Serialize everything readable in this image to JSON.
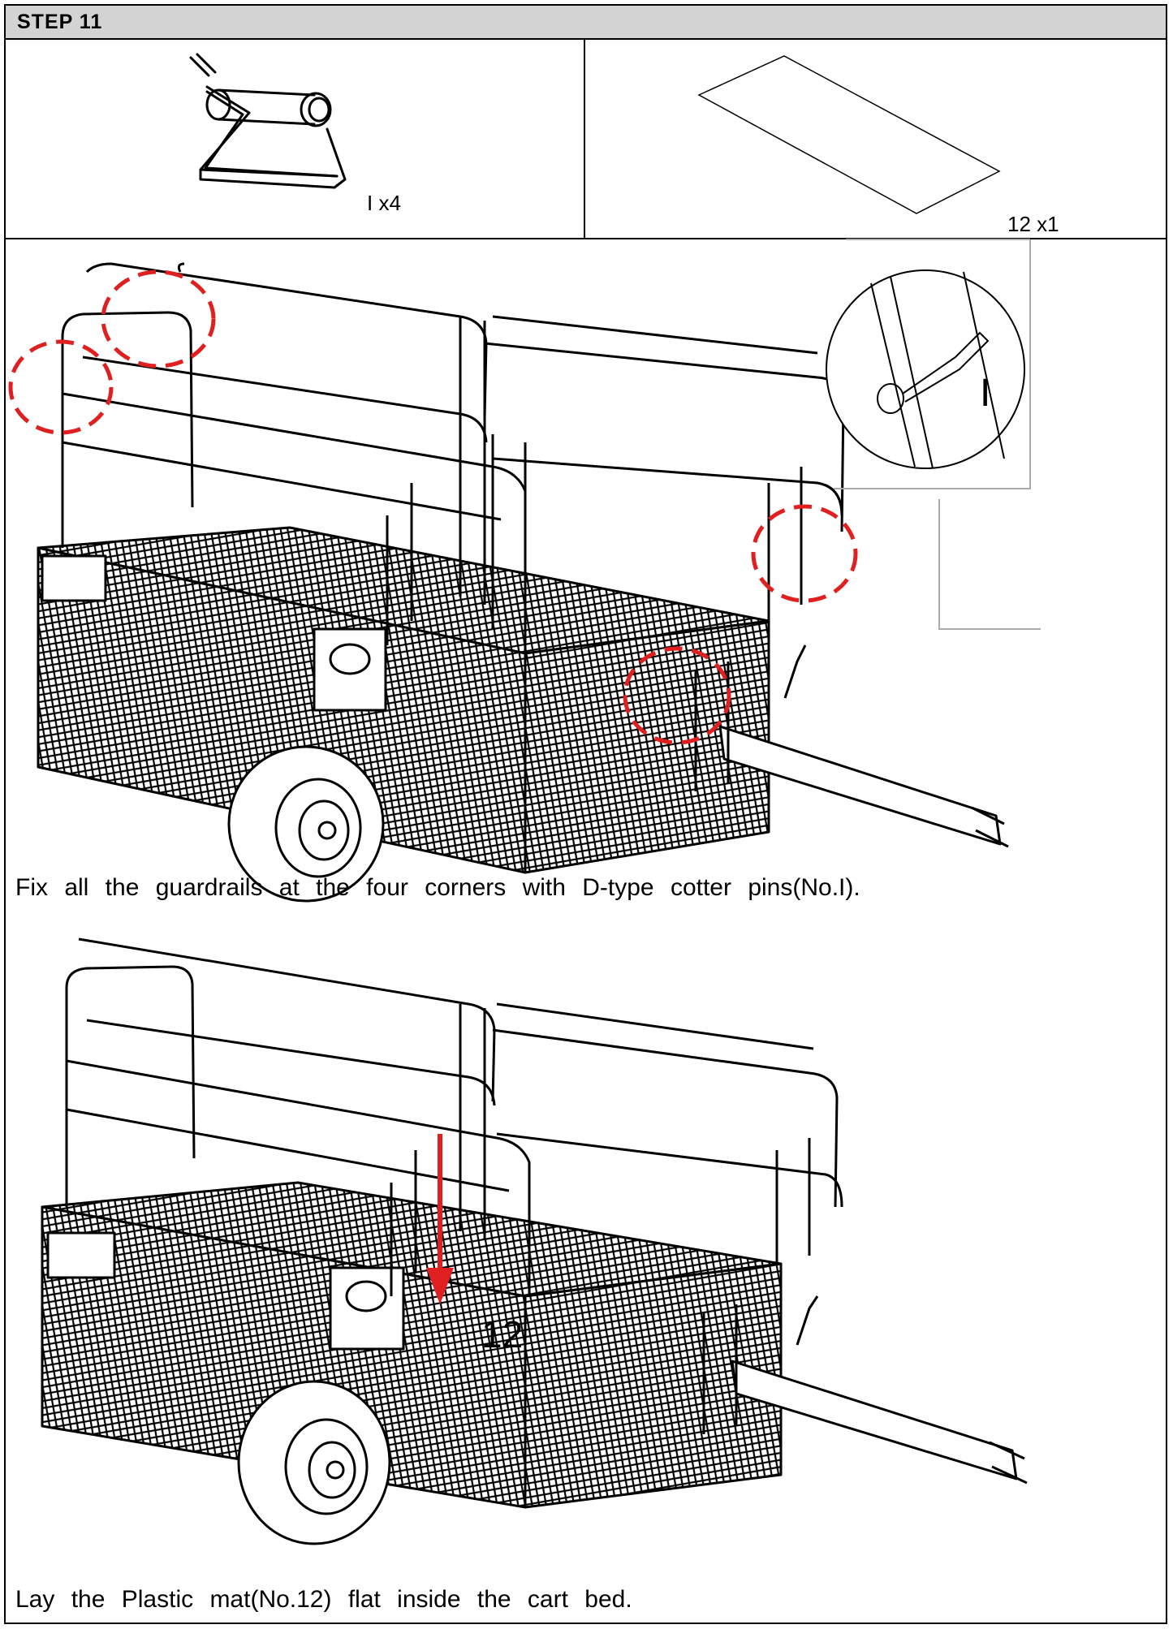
{
  "step": {
    "title": "STEP  11"
  },
  "parts": [
    {
      "caption": "I x4",
      "icon": "d-type-cotter-pin-icon"
    },
    {
      "caption": "12   x1",
      "icon": "plastic-mat-icon"
    }
  ],
  "figure1": {
    "detail_label": "I",
    "instruction": "Fix all the guardrails at the four corners with D-type cotter pins(No.I)."
  },
  "figure2": {
    "mat_label": "12",
    "instruction": "Lay the Plastic mat(No.12) flat inside the cart bed."
  },
  "colors": {
    "header_bg": "#d3d3d3",
    "highlight_red": "#e02020"
  }
}
